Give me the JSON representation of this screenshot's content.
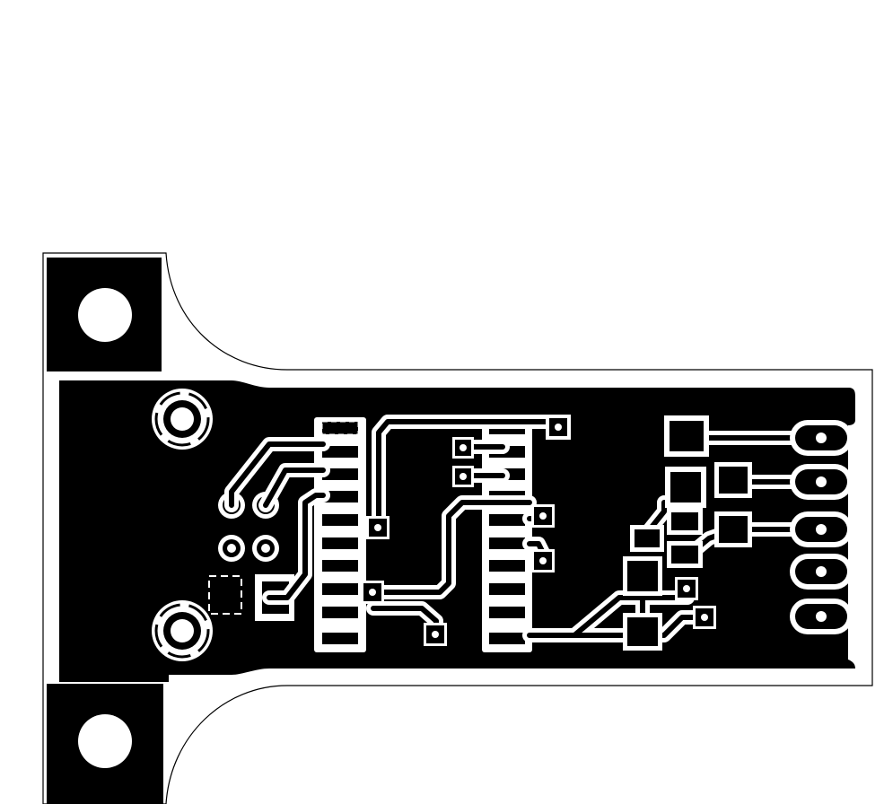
{
  "view": {
    "title": "",
    "background_color": "#ffffff",
    "copper_color": "#000000",
    "outline_color": "#000000",
    "clearance_color": "#ffffff"
  },
  "board": {
    "layer": "copper",
    "components": [
      {
        "name": "mounting-hole",
        "count": 2,
        "icon": "hole-icon"
      },
      {
        "name": "thermal-pad",
        "count": 2,
        "icon": "thermal-icon"
      },
      {
        "name": "connector-pad",
        "count": 4,
        "icon": "pad-icon"
      },
      {
        "name": "ic-left-column-pads",
        "count": 10,
        "icon": "smd-pad-icon"
      },
      {
        "name": "ic-right-column-pads",
        "count": 10,
        "icon": "smd-pad-icon"
      },
      {
        "name": "edge-connector-pads",
        "count": 5,
        "icon": "oval-pad-icon"
      },
      {
        "name": "square-smd-pads",
        "count": 7,
        "icon": "smd-pad-icon"
      },
      {
        "name": "vias",
        "count": 12,
        "icon": "via-icon"
      }
    ]
  }
}
